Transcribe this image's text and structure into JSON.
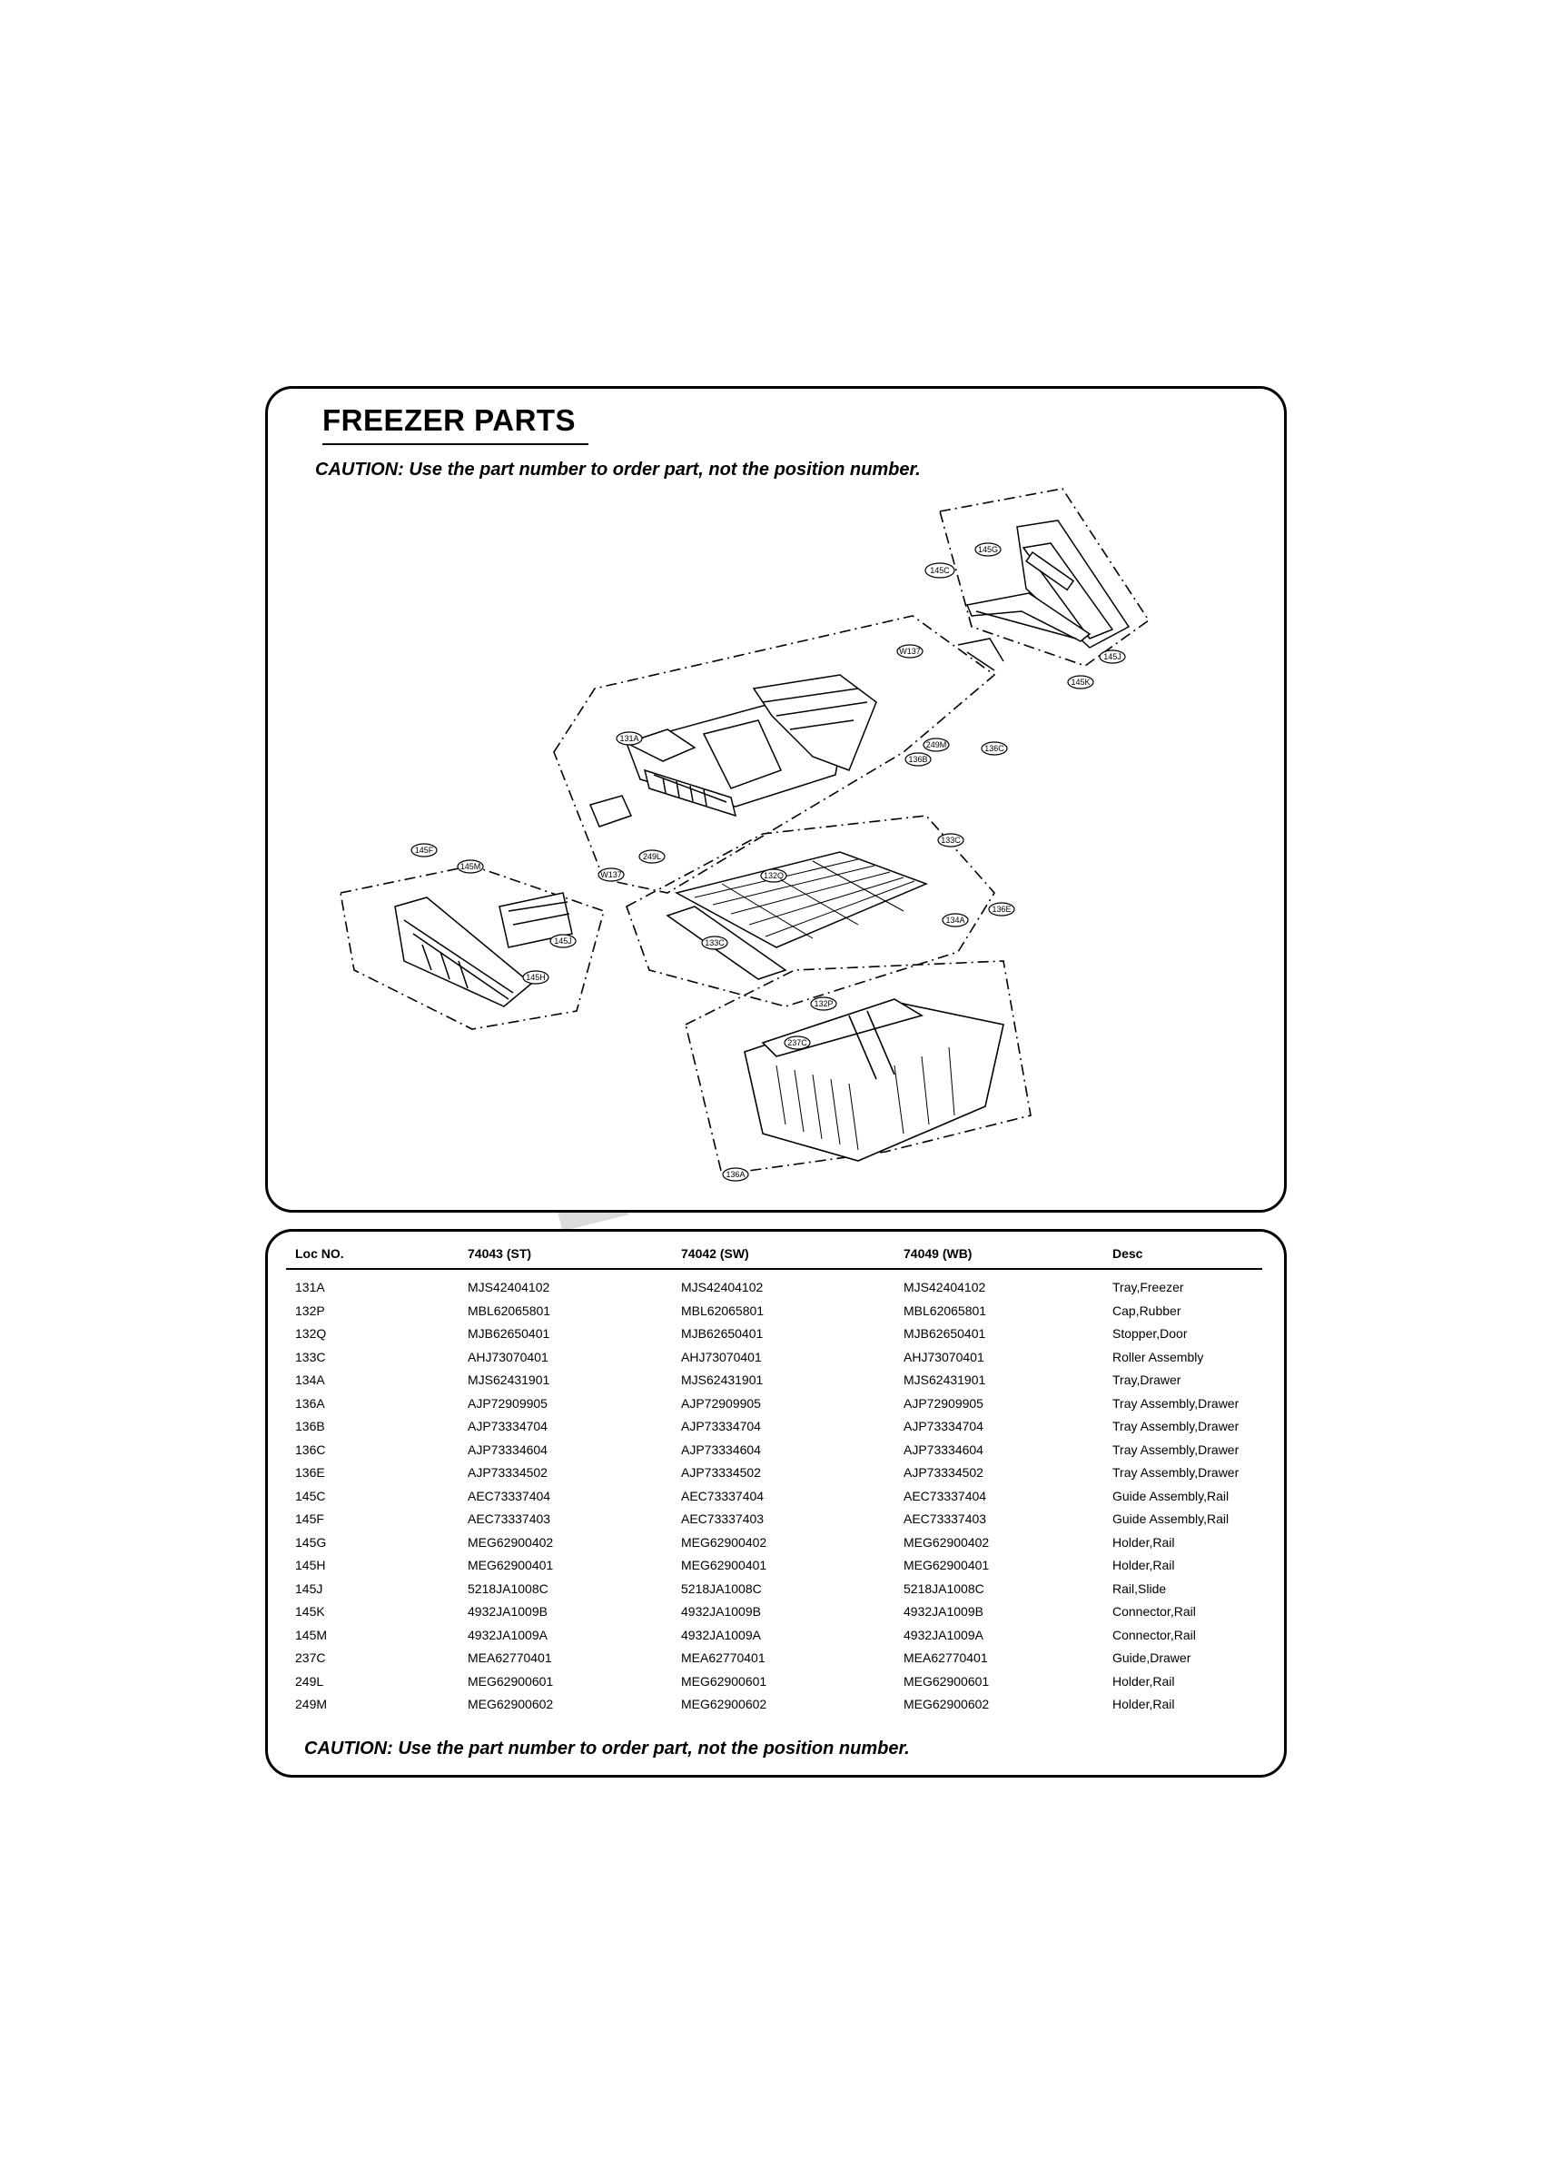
{
  "title": "FREEZER PARTS",
  "caution": "CAUTION: Use the part number to order part, not the position number.",
  "watermark": "RPI",
  "callouts": [
    "145C",
    "145G",
    "145J",
    "145K",
    "W137",
    "131A",
    "249M",
    "136B",
    "136C",
    "145F",
    "145M",
    "145J",
    "145H",
    "W137",
    "249L",
    "132Q",
    "133C",
    "136E",
    "134A",
    "133C",
    "132P",
    "237C",
    "136A"
  ],
  "table": {
    "headers": [
      "Loc NO.",
      "74043 (ST)",
      "74042 (SW)",
      "74049 (WB)",
      "Desc"
    ],
    "rows": [
      [
        "131A",
        "MJS42404102",
        "MJS42404102",
        "MJS42404102",
        "Tray,Freezer"
      ],
      [
        "132P",
        "MBL62065801",
        "MBL62065801",
        "MBL62065801",
        "Cap,Rubber"
      ],
      [
        "132Q",
        "MJB62650401",
        "MJB62650401",
        "MJB62650401",
        "Stopper,Door"
      ],
      [
        "133C",
        "AHJ73070401",
        "AHJ73070401",
        "AHJ73070401",
        "Roller Assembly"
      ],
      [
        "134A",
        "MJS62431901",
        "MJS62431901",
        "MJS62431901",
        "Tray,Drawer"
      ],
      [
        "136A",
        "AJP72909905",
        "AJP72909905",
        "AJP72909905",
        "Tray Assembly,Drawer"
      ],
      [
        "136B",
        "AJP73334704",
        "AJP73334704",
        "AJP73334704",
        "Tray Assembly,Drawer"
      ],
      [
        "136C",
        "AJP73334604",
        "AJP73334604",
        "AJP73334604",
        "Tray Assembly,Drawer"
      ],
      [
        "136E",
        "AJP73334502",
        "AJP73334502",
        "AJP73334502",
        "Tray Assembly,Drawer"
      ],
      [
        "145C",
        "AEC73337404",
        "AEC73337404",
        "AEC73337404",
        "Guide Assembly,Rail"
      ],
      [
        "145F",
        "AEC73337403",
        "AEC73337403",
        "AEC73337403",
        "Guide Assembly,Rail"
      ],
      [
        "145G",
        "MEG62900402",
        "MEG62900402",
        "MEG62900402",
        "Holder,Rail"
      ],
      [
        "145H",
        "MEG62900401",
        "MEG62900401",
        "MEG62900401",
        "Holder,Rail"
      ],
      [
        "145J",
        "5218JA1008C",
        "5218JA1008C",
        "5218JA1008C",
        "Rail,Slide"
      ],
      [
        "145K",
        "4932JA1009B",
        "4932JA1009B",
        "4932JA1009B",
        "Connector,Rail"
      ],
      [
        "145M",
        "4932JA1009A",
        "4932JA1009A",
        "4932JA1009A",
        "Connector,Rail"
      ],
      [
        "237C",
        "MEA62770401",
        "MEA62770401",
        "MEA62770401",
        "Guide,Drawer"
      ],
      [
        "249L",
        "MEG62900601",
        "MEG62900601",
        "MEG62900601",
        "Holder,Rail"
      ],
      [
        "249M",
        "MEG62900602",
        "MEG62900602",
        "MEG62900602",
        "Holder,Rail"
      ]
    ]
  }
}
